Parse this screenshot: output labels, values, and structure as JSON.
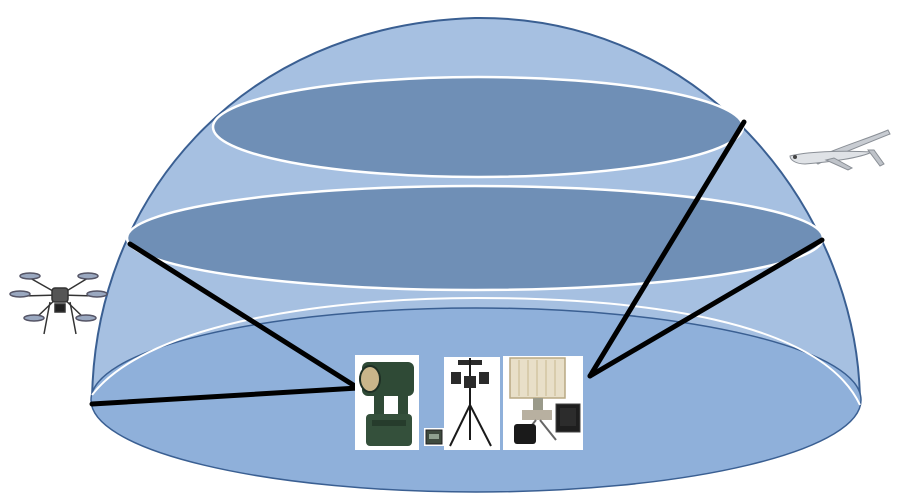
{
  "scene": {
    "components": [
      {
        "name": "hemisphere-dome",
        "kind": "coverage volume"
      },
      {
        "name": "upper-altitude-ring",
        "kind": "coverage band"
      },
      {
        "name": "middle-altitude-ring",
        "kind": "coverage band"
      },
      {
        "name": "ground-ellipse",
        "kind": "coverage base"
      },
      {
        "name": "multirotor-drone",
        "kind": "aerial target"
      },
      {
        "name": "fixed-wing-uav",
        "kind": "aerial target"
      },
      {
        "name": "electro-optical-turret",
        "kind": "sensor"
      },
      {
        "name": "direction-finder-antenna",
        "kind": "sensor"
      },
      {
        "name": "radar-panel",
        "kind": "sensor"
      }
    ]
  },
  "colors": {
    "dome_fill": "#a6c0e1",
    "dome_outline": "#3a5f92",
    "ring_fill": "#6f8fb6",
    "ground_fill": "#8fb0da",
    "ring_outline": "#ffffff",
    "beam_line": "#000000",
    "equipment_bg": "#ffffff",
    "turret_green": "#2f4a36"
  },
  "icons": [
    "multirotor-drone-icon",
    "fixed-wing-uav-icon",
    "eo-turret-icon",
    "df-tripod-icon",
    "radar-icon"
  ]
}
